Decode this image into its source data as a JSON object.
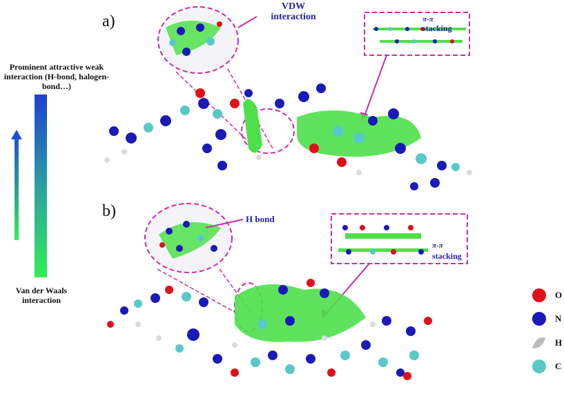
{
  "scale": {
    "top_label": "Prominent attractive weak interaction (H-bond, halogen-bond…)",
    "bottom_label": "Van der Waals interaction",
    "colors": [
      "#2040d0",
      "#2aa0a0",
      "#33ee55"
    ]
  },
  "panel_a": {
    "label": "a)",
    "callout_vdw": "VDW interaction",
    "callout_stacking_line1": "π-π",
    "callout_stacking_line2": "stacking"
  },
  "panel_b": {
    "label": "b)",
    "callout_hbond": "H bond",
    "callout_stacking_line1": "π-π",
    "callout_stacking_line2": "stacking"
  },
  "atom_legend": [
    {
      "symbol": "O",
      "color": "#e0101a"
    },
    {
      "symbol": "N",
      "color": "#1a1ab8"
    },
    {
      "symbol": "H",
      "color": "#dcdcdc"
    },
    {
      "symbol": "C",
      "color": "#58c8c8"
    }
  ],
  "colors": {
    "callout_magenta": "#cc2aa8",
    "isosurface_green": "#4ee04a"
  }
}
